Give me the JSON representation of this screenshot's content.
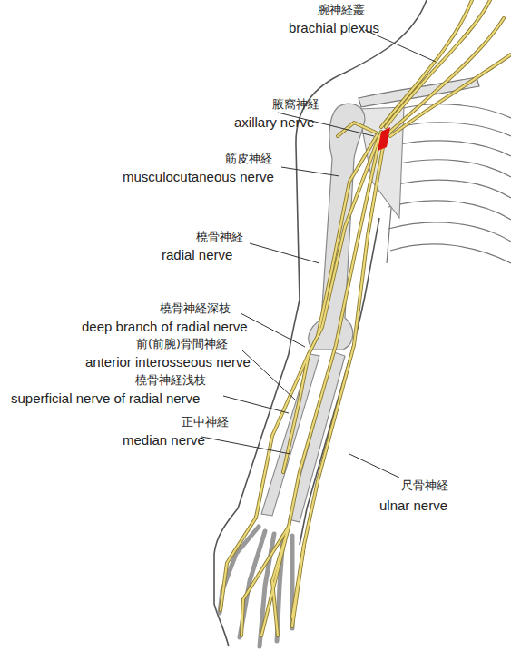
{
  "diagram": {
    "labels": [
      "腕神経叢",
      "brachial plexus",
      "腋窩神経",
      "axillary nerve",
      "筋皮神経",
      "musculocutaneous nerve",
      "橈骨神経",
      "radial nerve",
      "橈骨神経深枝",
      "deep branch of radial nerve",
      "前(前腕)骨間神経",
      "anterior interosseous nerve",
      "橈骨神経浅枝",
      "superficial nerve of radial nerve",
      "正中神経",
      "median nerve",
      "尺骨神経",
      "ulnar nerve"
    ]
  }
}
